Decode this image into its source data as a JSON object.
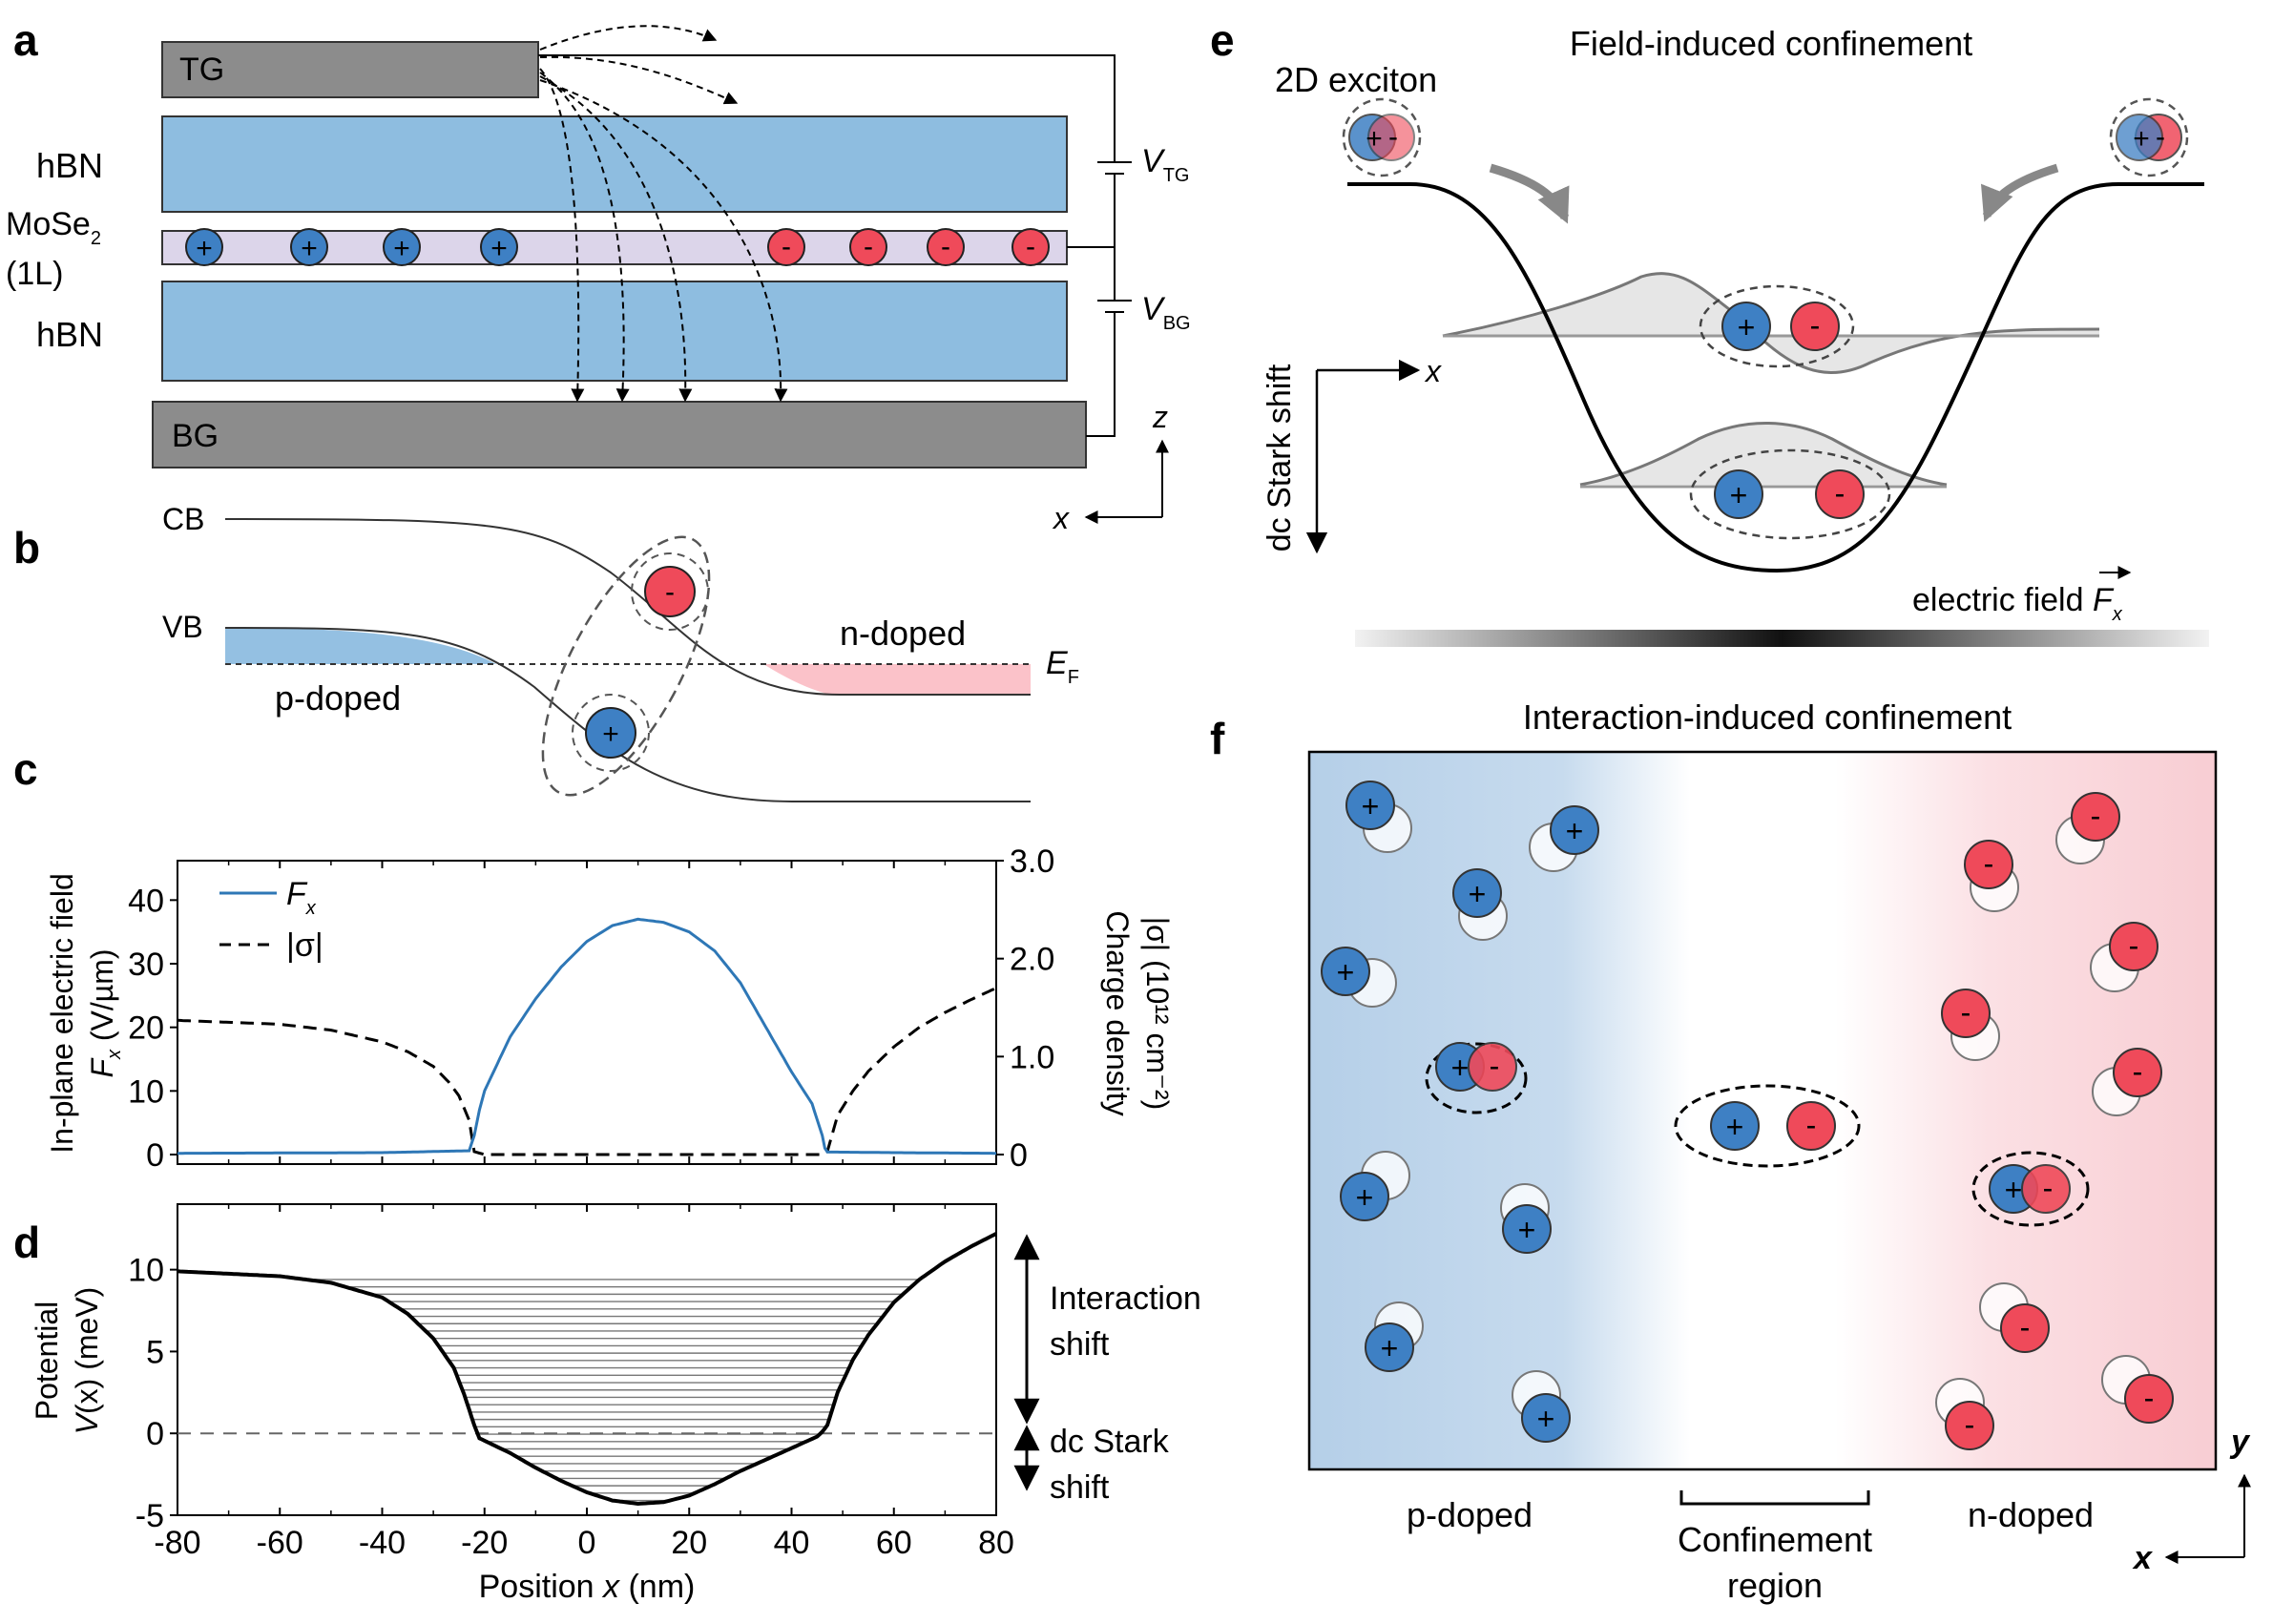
{
  "panel_labels": {
    "a": "a",
    "b": "b",
    "c": "c",
    "d": "d",
    "e": "e",
    "f": "f"
  },
  "panel_a": {
    "tg": "TG",
    "bg": "BG",
    "hbn_top": "hBN",
    "hbn_bottom": "hBN",
    "mose2": "MoSe",
    "mose2_sub": "2",
    "mose2_layer": "(1L)",
    "v_tg": "V",
    "v_tg_sub": "TG",
    "v_bg": "V",
    "v_bg_sub": "BG",
    "axis_z": "z",
    "axis_x": "x",
    "plus": "+",
    "minus": "-"
  },
  "panel_b": {
    "cb": "CB",
    "vb": "VB",
    "n_doped": "n-doped",
    "p_doped": "p-doped",
    "ef": "E",
    "ef_sub": "F"
  },
  "panel_c": {
    "ylabel_line1": "In-plane electric field",
    "ylabel_line2_a": "F",
    "ylabel_line2_sub": "x",
    "ylabel_line2_b": " (V/µm)",
    "y2label_line1": "Charge density",
    "y2label_line2": "|σ| (10¹² cm⁻²)",
    "legend_fx": "F",
    "legend_fx_sub": "x",
    "legend_sigma": "|σ|",
    "yticks": [
      "0",
      "10",
      "20",
      "30",
      "40"
    ],
    "y2ticks": [
      "0",
      "1.0",
      "2.0",
      "3.0"
    ]
  },
  "panel_d": {
    "ylabel_line1": "Potential",
    "ylabel_line2_a": "V",
    "ylabel_line2_b": "(x) (meV)",
    "xlabel_a": "Position ",
    "xlabel_x": "x",
    "xlabel_b": " (nm)",
    "yticks": [
      "-5",
      "0",
      "5",
      "10"
    ],
    "xticks": [
      "-80",
      "-60",
      "-40",
      "-20",
      "0",
      "20",
      "40",
      "60",
      "80"
    ],
    "interaction_l1": "Interaction",
    "interaction_l2": "shift",
    "stark_l1": "dc Stark",
    "stark_l2": "shift"
  },
  "panel_e": {
    "title": "Field-induced confinement",
    "exciton": "2D exciton",
    "axis_x": "x",
    "dc_stark": "dc Stark shift",
    "field_a": "electric field ",
    "field_f": "F",
    "field_sub": "x"
  },
  "panel_f": {
    "title": "Interaction-induced confinement",
    "p_doped": "p-doped",
    "n_doped": "n-doped",
    "conf_l1": "Confinement",
    "conf_l2": "region",
    "axis_y": "y",
    "axis_x": "x"
  },
  "chart_data": [
    {
      "panel": "c",
      "type": "line",
      "xlim": [
        -80,
        80
      ],
      "ylim": [
        0,
        45
      ],
      "y2lim": [
        0,
        3.0
      ],
      "series": [
        {
          "name": "Fx",
          "axis": "left",
          "style": "solid",
          "x": [
            -80,
            -40,
            -23,
            -22,
            -21,
            -20,
            -15,
            -10,
            -5,
            0,
            5,
            10,
            15,
            20,
            25,
            30,
            35,
            40,
            44,
            46,
            46.5,
            47,
            60,
            80
          ],
          "y": [
            0.2,
            0.3,
            0.6,
            3,
            7,
            10,
            18.5,
            24.5,
            29.5,
            33.5,
            36,
            37,
            36.5,
            35,
            32,
            27,
            20,
            13,
            8,
            3,
            1,
            0.4,
            0.3,
            0.2
          ]
        },
        {
          "name": "|σ|",
          "axis": "right",
          "style": "dashed",
          "x": [
            -80,
            -60,
            -50,
            -40,
            -35,
            -30,
            -27,
            -25,
            -23,
            -22,
            -20,
            0,
            20,
            40,
            46,
            47,
            49,
            52,
            55,
            60,
            65,
            70,
            75,
            80
          ],
          "y": [
            1.37,
            1.33,
            1.27,
            1.15,
            1.05,
            0.9,
            0.74,
            0.6,
            0.35,
            0.03,
            0,
            0,
            0,
            0,
            0,
            0.03,
            0.4,
            0.65,
            0.85,
            1.1,
            1.3,
            1.45,
            1.58,
            1.7
          ]
        }
      ]
    },
    {
      "panel": "d",
      "type": "line",
      "xlim": [
        -80,
        80
      ],
      "ylim": [
        -5,
        14
      ],
      "series": [
        {
          "name": "V(x)",
          "style": "solid",
          "x": [
            -80,
            -60,
            -50,
            -40,
            -35,
            -30,
            -26,
            -24,
            -22,
            -21,
            -15,
            -10,
            -5,
            0,
            5,
            10,
            15,
            20,
            25,
            30,
            35,
            40,
            45,
            46,
            47,
            49,
            52,
            55,
            60,
            65,
            70,
            75,
            80
          ],
          "y": [
            9.9,
            9.6,
            9.2,
            8.3,
            7.3,
            5.8,
            4.0,
            2.4,
            0.5,
            -0.3,
            -1.2,
            -2.1,
            -2.9,
            -3.6,
            -4.1,
            -4.3,
            -4.2,
            -3.8,
            -3.1,
            -2.3,
            -1.6,
            -0.9,
            -0.2,
            0.1,
            0.5,
            2.5,
            4.5,
            6.0,
            8.0,
            9.4,
            10.5,
            11.4,
            12.2
          ]
        },
        {
          "name": "zero",
          "style": "dashed",
          "x": [
            -80,
            80
          ],
          "y": [
            0,
            0
          ]
        }
      ]
    }
  ]
}
